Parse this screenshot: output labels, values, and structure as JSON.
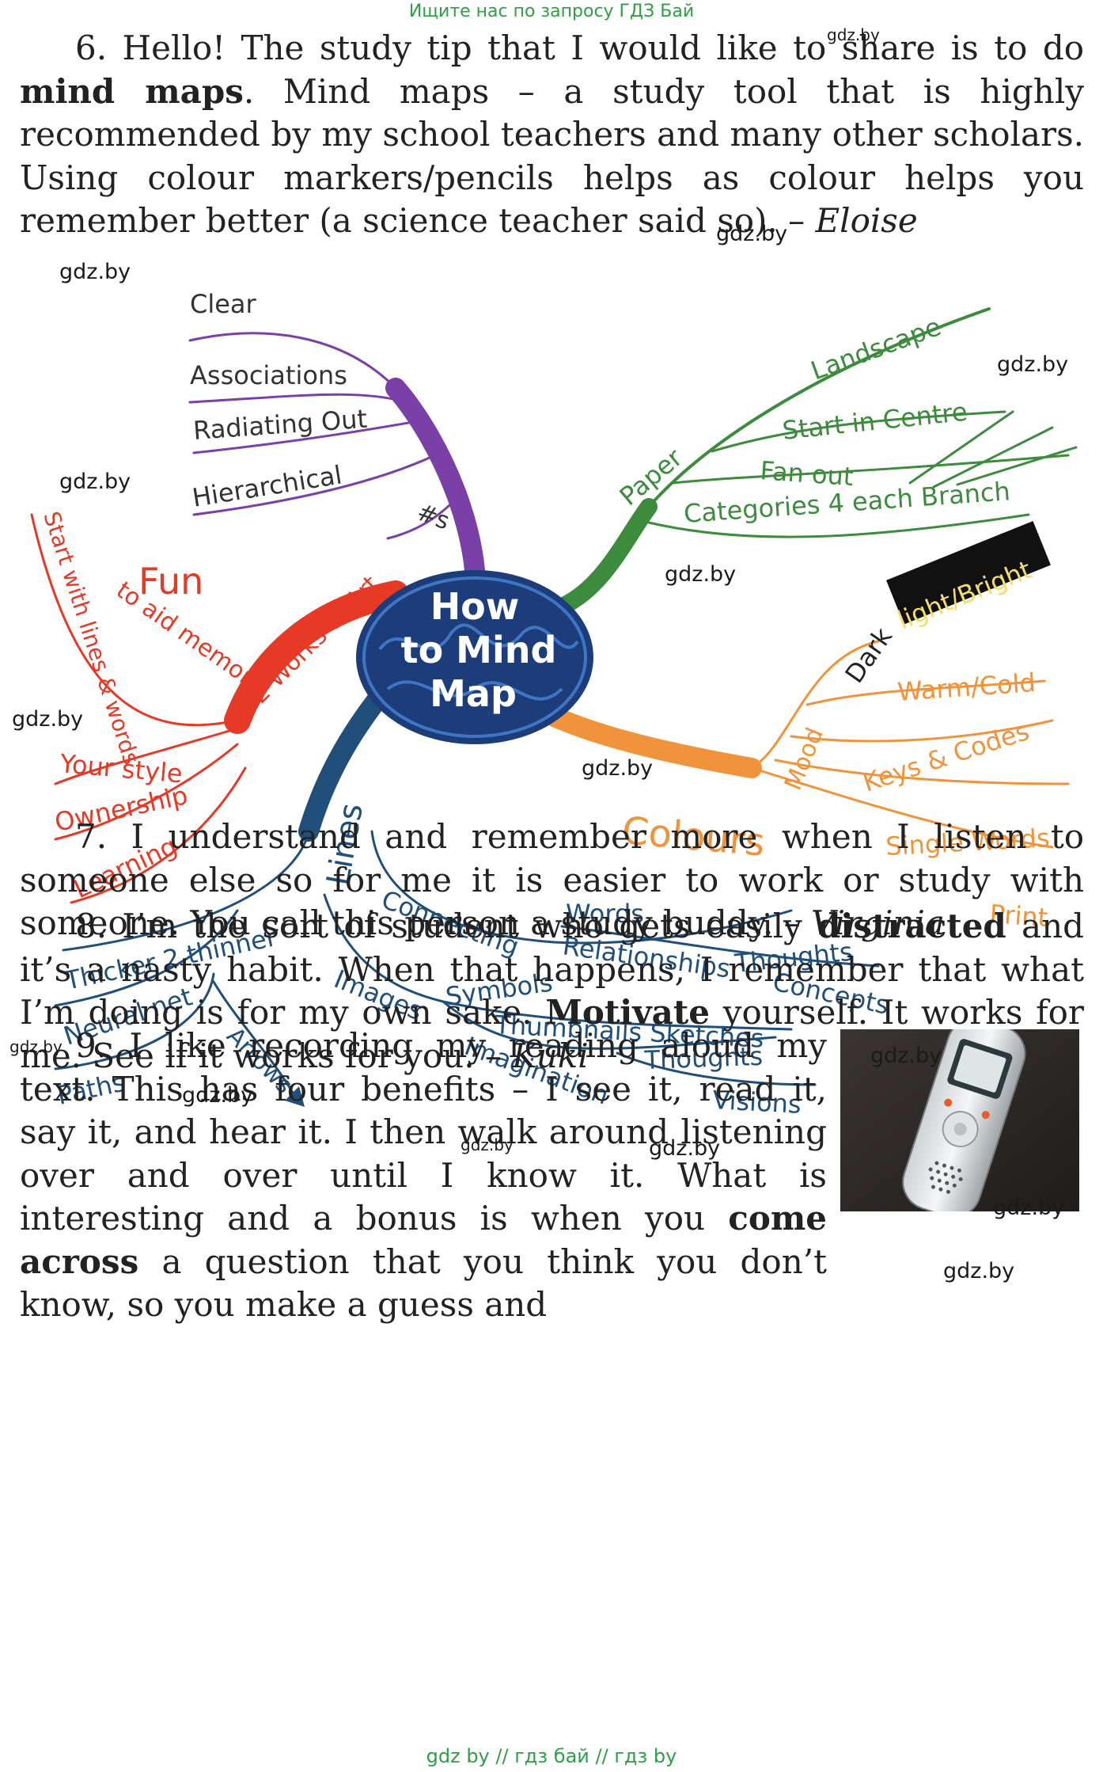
{
  "top_banner": "Ищите нас по запросу ГДЗ Бай",
  "watermark": "gdz.by",
  "footer": "gdz by  //  гдз бай  //  гдз by",
  "p6": {
    "t1": "6. Hello! The study tip that I would like to share is to do ",
    "b1": "mind maps",
    "t2": ". Mind maps – a study tool that is highly recommended by my school teachers and many other scholars. Using colour markers/pencils helps as colour helps you remember better (a science teacher said so). – ",
    "author": "Eloise"
  },
  "mindmap": {
    "center": [
      "How",
      "to Mind",
      "Map"
    ],
    "purple": [
      "Clear",
      "Associations",
      "Radiating Out",
      "Hierarchical",
      "#s"
    ],
    "green": [
      "Paper",
      "Landscape",
      "Start in Centre",
      "Fan out",
      "Categories 4 each Branch"
    ],
    "red": [
      "Fun",
      "to aid memory",
      "2 Works of Art",
      "Start with lines & words",
      "Your style",
      "Ownership",
      "Learning"
    ],
    "orange": [
      "Colours",
      "Mood",
      "Dark",
      "light/Bright",
      "Warm/Cold",
      "Keys & Codes",
      "Single Words",
      "Print"
    ],
    "blue": [
      "Lines",
      "Thicker 2 thinner",
      "Neural net",
      "Paths",
      "Arrows",
      "Connecting",
      "Words",
      "Relationships",
      "Thoughts",
      "Concepts",
      "Images",
      "Symbols",
      "Thumbnails Sketches",
      "Imagination",
      "Thoughts",
      "Visions"
    ],
    "colors": {
      "purple": "#7b3fa8",
      "green": "#3d8b3d",
      "red": "#e63a26",
      "orange": "#f0933a",
      "blue": "#1f4f7a",
      "brain": "#1d3c7a"
    }
  },
  "p7": {
    "t1": "7. I understand and remember more when I listen to someone else so for me it is easier to work or study with someone. You call this person a study buddy. – ",
    "author": "Virginia"
  },
  "p8": {
    "t1": "8. I’m the sort of student who gets easily ",
    "b1": "distracted",
    "t2": " and it’s a nasty habit. When that happens, I remember that what I’m doing is for my own sake. ",
    "b2": "Motivate",
    "t3": " yourself. It works for me. See if it works for you. – ",
    "author": "Kuki"
  },
  "p9": {
    "t1": "9. I like recording my reading aloud my text. This has four benefits – I see it, read it, say it, and hear it. I then walk around listening over and over until I know it.  What is interesting and a bonus is when you ",
    "b1": "come across",
    "t2": " a question that you think you don’t know, so you make a guess and"
  }
}
